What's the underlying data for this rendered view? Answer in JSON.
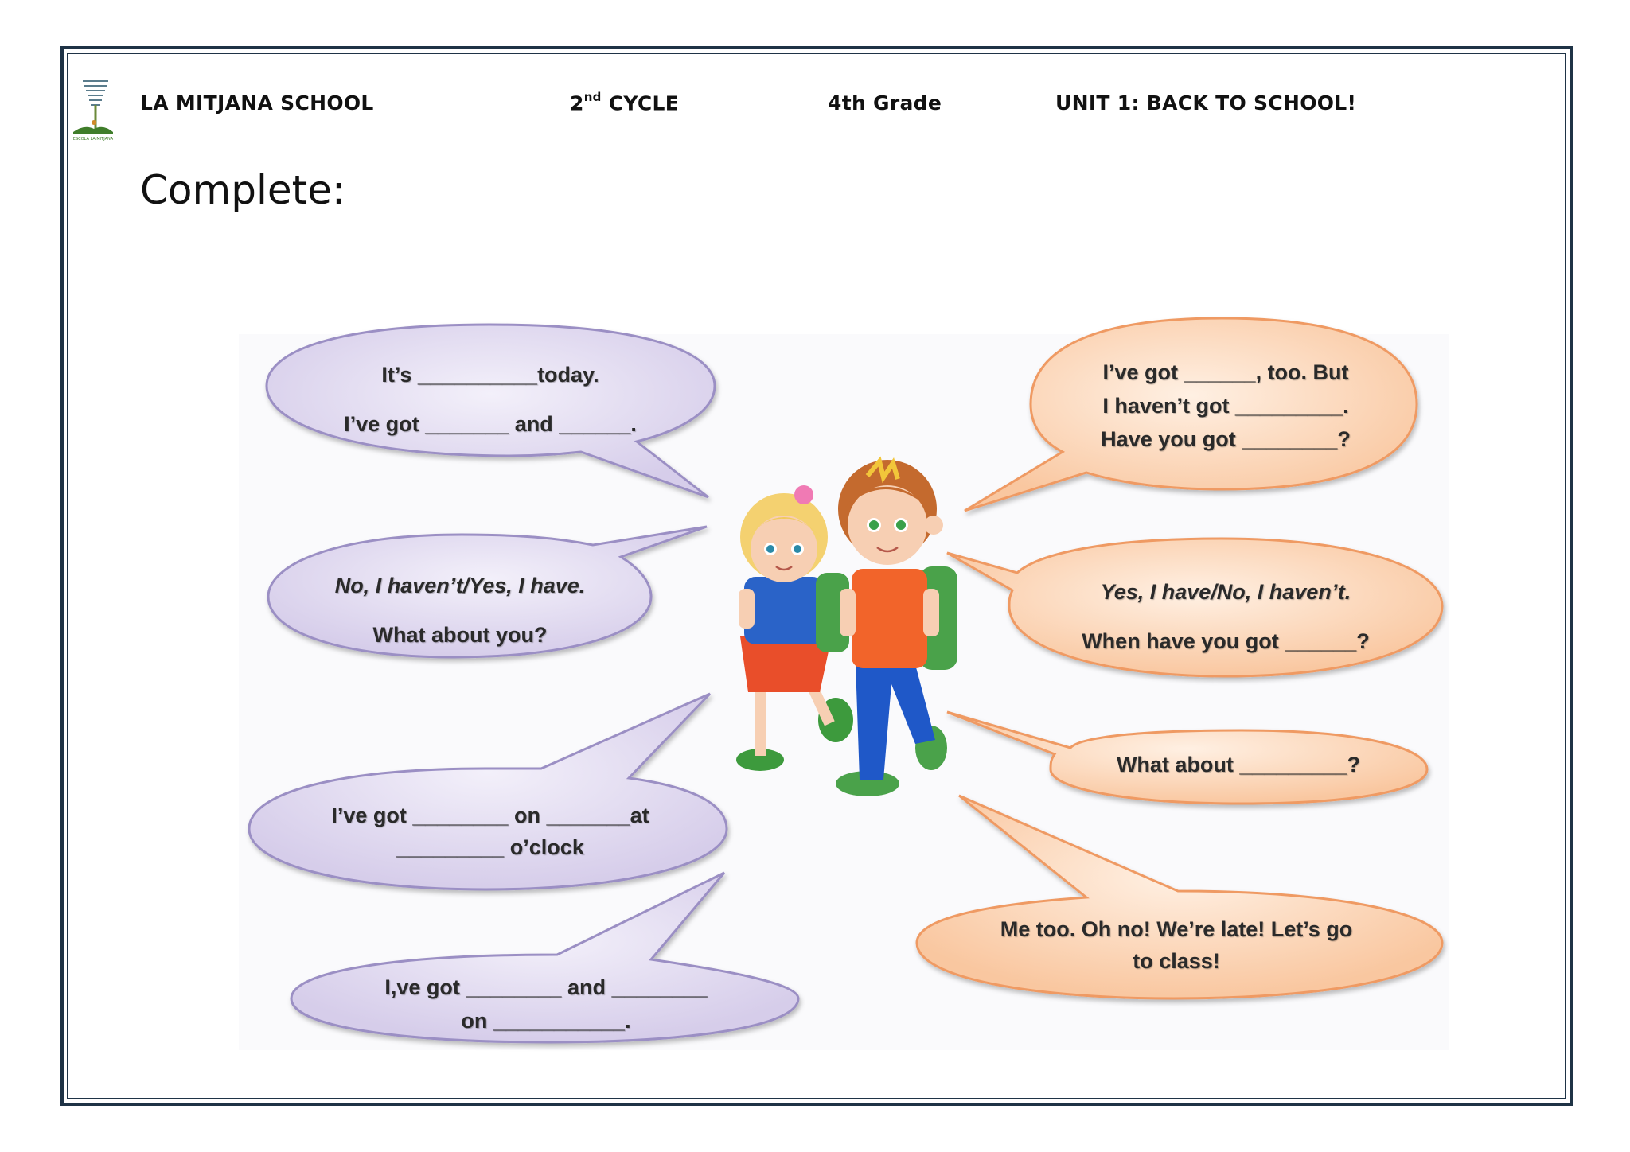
{
  "header": {
    "school": "LA MITJANA SCHOOL",
    "cycle_num": "2",
    "cycle_sup": "nd",
    "cycle_word": " CYCLE",
    "grade": "4th Grade",
    "unit": "UNIT 1: BACK TO SCHOOL!",
    "logo_caption": "ESCOLA LA MITJANA"
  },
  "instruction": "Complete:",
  "colors": {
    "frame": "#1f3346",
    "purple_fill": "#ddd6ef",
    "purple_stroke": "#9b8fc4",
    "orange_fill": "#fbd2b2",
    "orange_stroke": "#ef9a63"
  },
  "left_bubbles": [
    {
      "lines": [
        "It’s __________today.",
        "I’ve got _______ and ______."
      ]
    },
    {
      "lines": [
        "No, I haven’t/Yes, I have.",
        "What about you?"
      ]
    },
    {
      "lines": [
        "I’ve got ________ on _______at",
        "_________ o’clock"
      ]
    },
    {
      "lines": [
        "I,ve got ________ and ________",
        "on ___________."
      ]
    }
  ],
  "right_bubbles": [
    {
      "lines": [
        "I’ve got ______, too. But",
        "I haven’t got _________.",
        "Have you got ________?"
      ]
    },
    {
      "lines": [
        "Yes, I have/No, I haven’t.",
        "When have you got ______?"
      ]
    },
    {
      "lines": [
        "What about _________?"
      ]
    },
    {
      "lines": [
        "Me too. Oh no! We’re late! Let’s go",
        "to class!"
      ]
    }
  ]
}
